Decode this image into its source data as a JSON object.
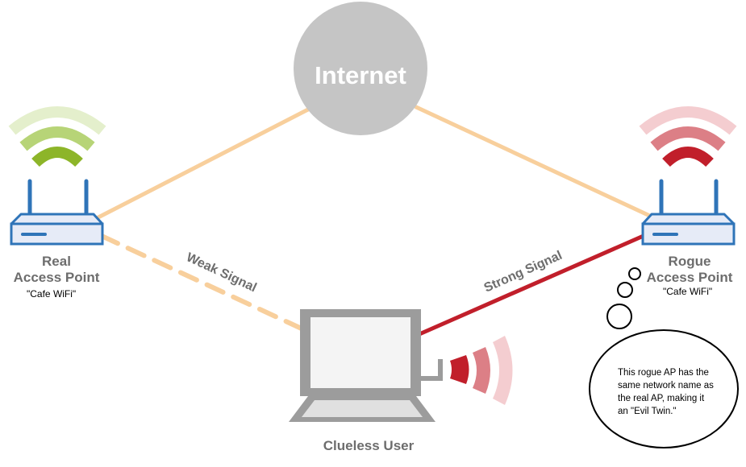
{
  "internet": {
    "label": "Internet"
  },
  "real_ap": {
    "line1": "Real",
    "line2": "Access Point",
    "ssid": "\"Cafe WiFi\""
  },
  "rogue_ap": {
    "line1": "Rogue",
    "line2": "Access Point",
    "ssid": "\"Cafe WiFi\""
  },
  "links": {
    "weak": "Weak Signal",
    "strong": "Strong Signal"
  },
  "user": {
    "label": "Clueless User"
  },
  "thought": {
    "line1": "This rogue AP has the",
    "line2": "same network name as",
    "line3": "the real AP, making it",
    "line4": "an \"Evil Twin.\""
  },
  "colors": {
    "real_wifi_light": "#e4efcc",
    "real_wifi_mid": "#b7d477",
    "real_wifi_dark": "#8db529",
    "rogue_wifi_light": "#f4cdd0",
    "rogue_wifi_mid": "#dc7f86",
    "rogue_wifi_dark": "#c11f2b",
    "router_blue": "#2f74b8",
    "router_fill": "#e6ebf7",
    "link_orange": "#f8cf9c",
    "strong_red": "#c11f2b",
    "internet_gray": "#c5c5c5",
    "laptop_gray": "#9c9c9c",
    "label_gray": "#6d6d6d"
  }
}
